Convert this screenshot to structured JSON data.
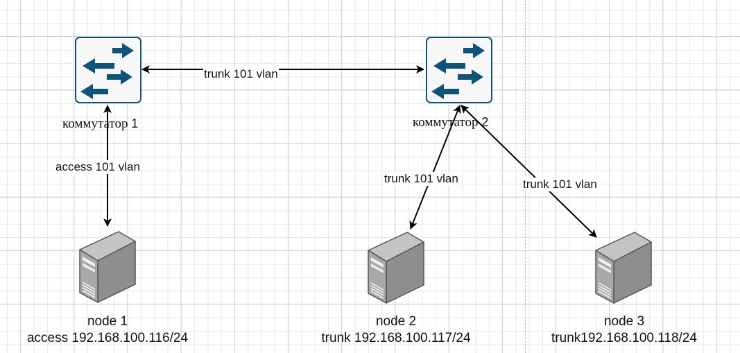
{
  "diagram": {
    "switches": [
      {
        "id": "sw1",
        "label_word": "коммутатор",
        "label_num": "1",
        "icon": "network-switch-icon"
      },
      {
        "id": "sw2",
        "label_word": "коммутатор",
        "label_num": "2",
        "icon": "network-switch-icon"
      }
    ],
    "nodes": [
      {
        "id": "node1",
        "name": "node 1",
        "address": "access 192.168.100.116/24",
        "icon": "server-tower-icon"
      },
      {
        "id": "node2",
        "name": "node 2",
        "address": "trunk 192.168.100.117/24",
        "icon": "server-tower-icon"
      },
      {
        "id": "node3",
        "name": "node 3",
        "address": "trunk192.168.100.118/24",
        "icon": "server-tower-icon"
      }
    ],
    "links": [
      {
        "from": "sw1",
        "to": "sw2",
        "label": "trunk 101 vlan",
        "arrows": "both"
      },
      {
        "from": "sw1",
        "to": "node1",
        "label": "access 101 vlan",
        "arrows": "both"
      },
      {
        "from": "sw2",
        "to": "node2",
        "label": "trunk 101 vlan",
        "arrows": "both"
      },
      {
        "from": "sw2",
        "to": "node3",
        "label": "trunk 101 vlan",
        "arrows": "both"
      }
    ],
    "colors": {
      "switch_accent": "#0f5478",
      "server_body": "#9e9e9e",
      "link": "#000000"
    }
  }
}
